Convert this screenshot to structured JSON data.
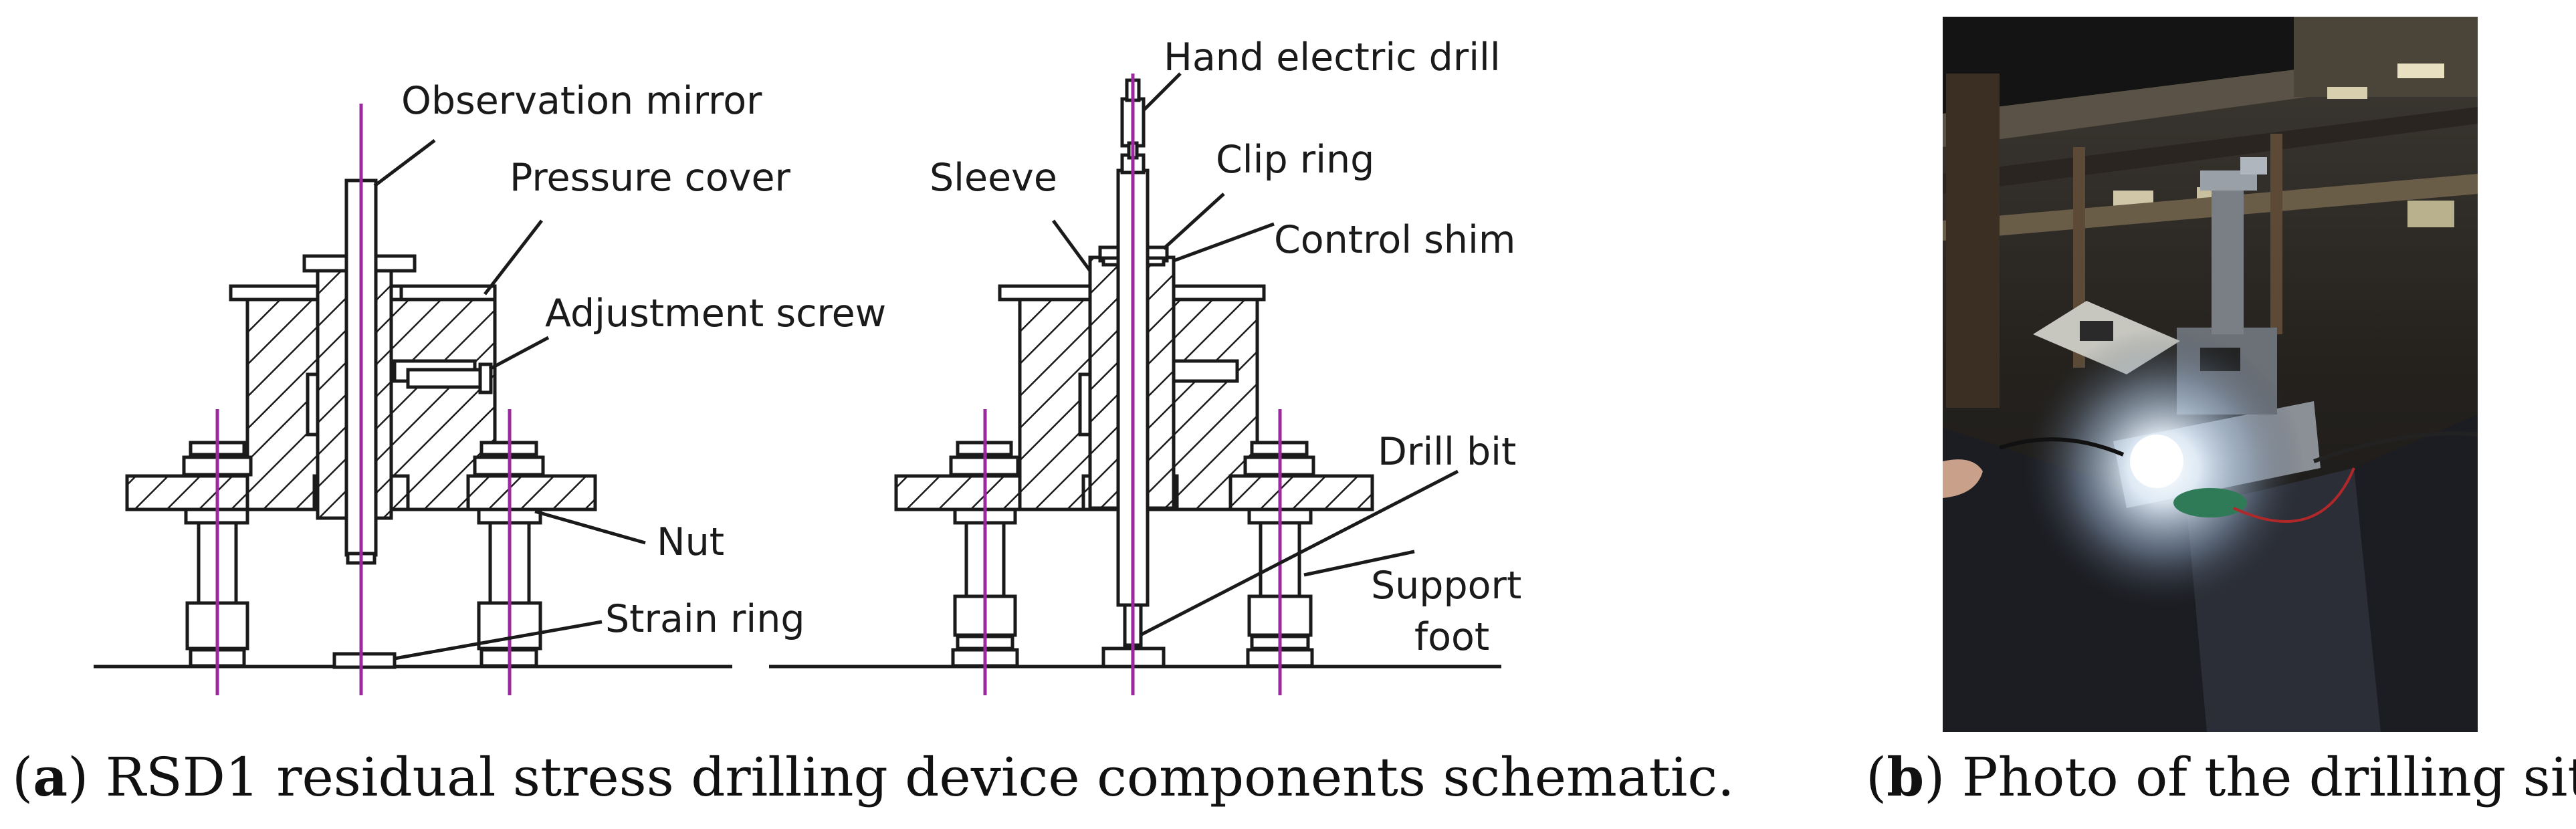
{
  "figure": {
    "labels": {
      "observation_mirror": "Observation mirror",
      "pressure_cover": "Pressure cover",
      "adjustment_screw": "Adjustment screw",
      "nut": "Nut",
      "strain_ring": "Strain ring",
      "hand_electric_drill": "Hand electric drill",
      "sleeve": "Sleeve",
      "clip_ring": "Clip ring",
      "control_shim": "Control shim",
      "drill_bit": "Drill bit",
      "support_foot_line1": "Support",
      "support_foot_line2": "foot"
    },
    "caption_a": {
      "letter": "a",
      "text": " RSD1 residual stress drilling device components schematic."
    },
    "caption_b": {
      "letter": "b",
      "text": " Photo of the drilling site."
    }
  }
}
